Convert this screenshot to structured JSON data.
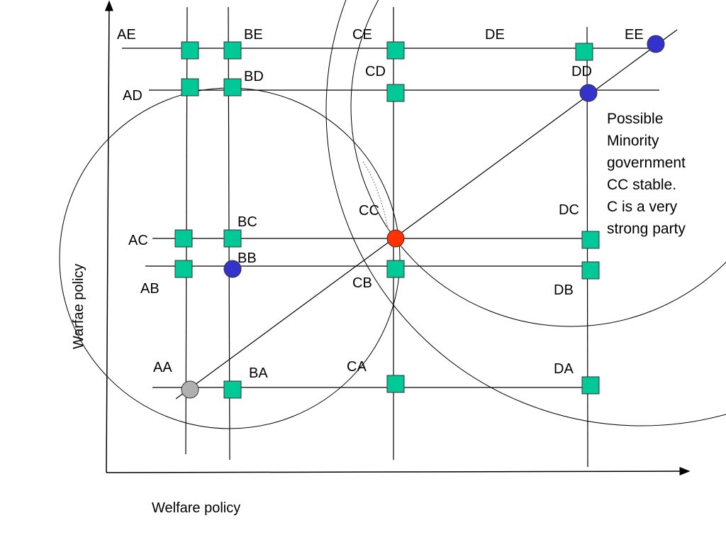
{
  "axes": {
    "x_label": "Welfare policy",
    "y_label": "Warfae policy"
  },
  "note": {
    "lines": [
      "Possible",
      "Minority",
      "government",
      "CC stable.",
      "C is a very",
      "strong party"
    ]
  },
  "points": [
    {
      "id": "AE",
      "label": "AE",
      "marker": "square"
    },
    {
      "id": "BE",
      "label": "BE",
      "marker": "square"
    },
    {
      "id": "CE",
      "label": "CE",
      "marker": "square"
    },
    {
      "id": "DE",
      "label": "DE",
      "marker": "square"
    },
    {
      "id": "EE",
      "label": "EE",
      "marker": "circle-blue"
    },
    {
      "id": "AD",
      "label": "AD",
      "marker": "square"
    },
    {
      "id": "BD",
      "label": "BD",
      "marker": "square"
    },
    {
      "id": "CD",
      "label": "CD",
      "marker": "square"
    },
    {
      "id": "DD",
      "label": "DD",
      "marker": "circle-blue"
    },
    {
      "id": "AC",
      "label": "AC",
      "marker": "square"
    },
    {
      "id": "BC",
      "label": "BC",
      "marker": "square"
    },
    {
      "id": "CC",
      "label": "CC",
      "marker": "circle-red"
    },
    {
      "id": "DC",
      "label": "DC",
      "marker": "square"
    },
    {
      "id": "AB",
      "label": "AB",
      "marker": "square"
    },
    {
      "id": "BB",
      "label": "BB",
      "marker": "circle-blue"
    },
    {
      "id": "CB",
      "label": "CB",
      "marker": "square"
    },
    {
      "id": "DB",
      "label": "DB",
      "marker": "square"
    },
    {
      "id": "AA",
      "label": "AA",
      "marker": "circle-gray"
    },
    {
      "id": "BA",
      "label": "BA",
      "marker": "square"
    },
    {
      "id": "CA",
      "label": "CA",
      "marker": "square"
    },
    {
      "id": "DA",
      "label": "DA",
      "marker": "square"
    }
  ],
  "colors": {
    "square": "#00c896",
    "circle-blue": "#3333cc",
    "circle-red": "#ff3300",
    "circle-gray": "#b0b0b0"
  }
}
